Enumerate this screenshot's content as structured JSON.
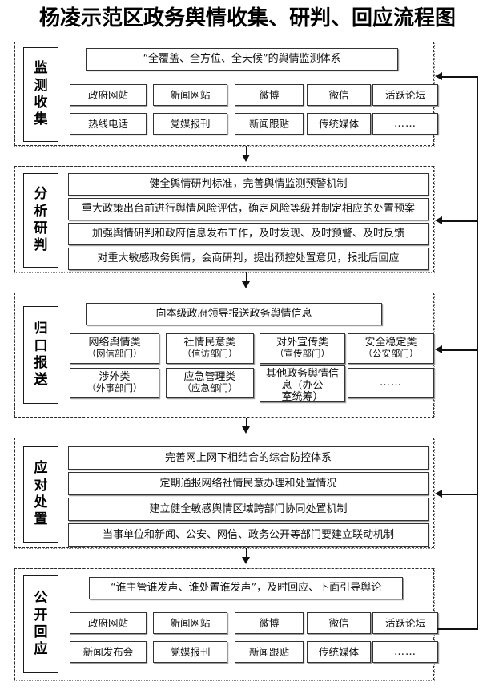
{
  "title": "杨凌示范区政务舆情收集、研判、回应流程图",
  "stages": [
    {
      "id": "monitor-collect",
      "label": "监测收集",
      "label_chars": [
        "监",
        "测",
        "收",
        "集"
      ],
      "header": "“全覆盖、全方位、全天候”的舆情监测体系",
      "rows": [
        [
          "政府网站",
          "新闻网站",
          "微博",
          "微信",
          "活跃论坛"
        ],
        [
          "热线电话",
          "党媒报刊",
          "新闻跟贴",
          "传统媒体",
          "……"
        ]
      ]
    },
    {
      "id": "analysis-judgment",
      "label": "分析研判",
      "label_chars": [
        "分",
        "析",
        "研",
        "判"
      ],
      "lines": [
        "健全舆情研判标准，完善舆情监测预警机制",
        "重大政策出台前进行舆情风险评估，确定风险等级并制定相应的处置预案",
        "加强舆情研判和政府信息发布工作，及时发现、及时预警、及时反馈",
        "对重大敏感政务舆情，会商研判，提出预控处置意见，报批后回应"
      ]
    },
    {
      "id": "centralized-reporting",
      "label": "归口报送",
      "label_chars": [
        "归",
        "口",
        "报",
        "送"
      ],
      "header": "向本级政府领导报送政务舆情信息",
      "categories_row1": [
        {
          "name": "网络舆情类",
          "dept": "（网信部门）"
        },
        {
          "name": "社情民意类",
          "dept": "（信访部门）"
        },
        {
          "name": "对外宣传类",
          "dept": "（宣传部门）"
        },
        {
          "name": "安全稳定类",
          "dept": "（公安部门）"
        }
      ],
      "categories_row2": [
        {
          "name": "涉外类",
          "dept": "（外事部门）"
        },
        {
          "name": "应急管理类",
          "dept": "（应急部门）"
        },
        {
          "name": "其他政务舆情信息（办公",
          "dept": "室统筹）"
        },
        {
          "name": "……",
          "dept": ""
        }
      ]
    },
    {
      "id": "response-handling",
      "label": "应对处置",
      "label_chars": [
        "应",
        "对",
        "处",
        "置"
      ],
      "lines": [
        "完善网上网下相结合的综合防控体系",
        "定期通报网络社情民意办理和处置情况",
        "建立健全敏感舆情区域跨部门协同处置机制",
        "当事单位和新闻、公安、网信、政务公开等部门要建立联动机制"
      ]
    },
    {
      "id": "public-response",
      "label": "公开回应",
      "label_chars": [
        "公",
        "开",
        "回",
        "应"
      ],
      "header": "“谁主管谁发声、谁处置谁发声”，及时回应、下面引导舆论",
      "rows": [
        [
          "政府网站",
          "新闻网站",
          "微博",
          "微信",
          "活跃论坛"
        ],
        [
          "新闻发布会",
          "党媒报刊",
          "新闻跟贴",
          "传统媒体",
          "……"
        ]
      ]
    }
  ],
  "colors": {
    "line": "#111111",
    "border": "#333333",
    "shadow": "#9a9a9a",
    "dash": "#2b2b2b"
  }
}
